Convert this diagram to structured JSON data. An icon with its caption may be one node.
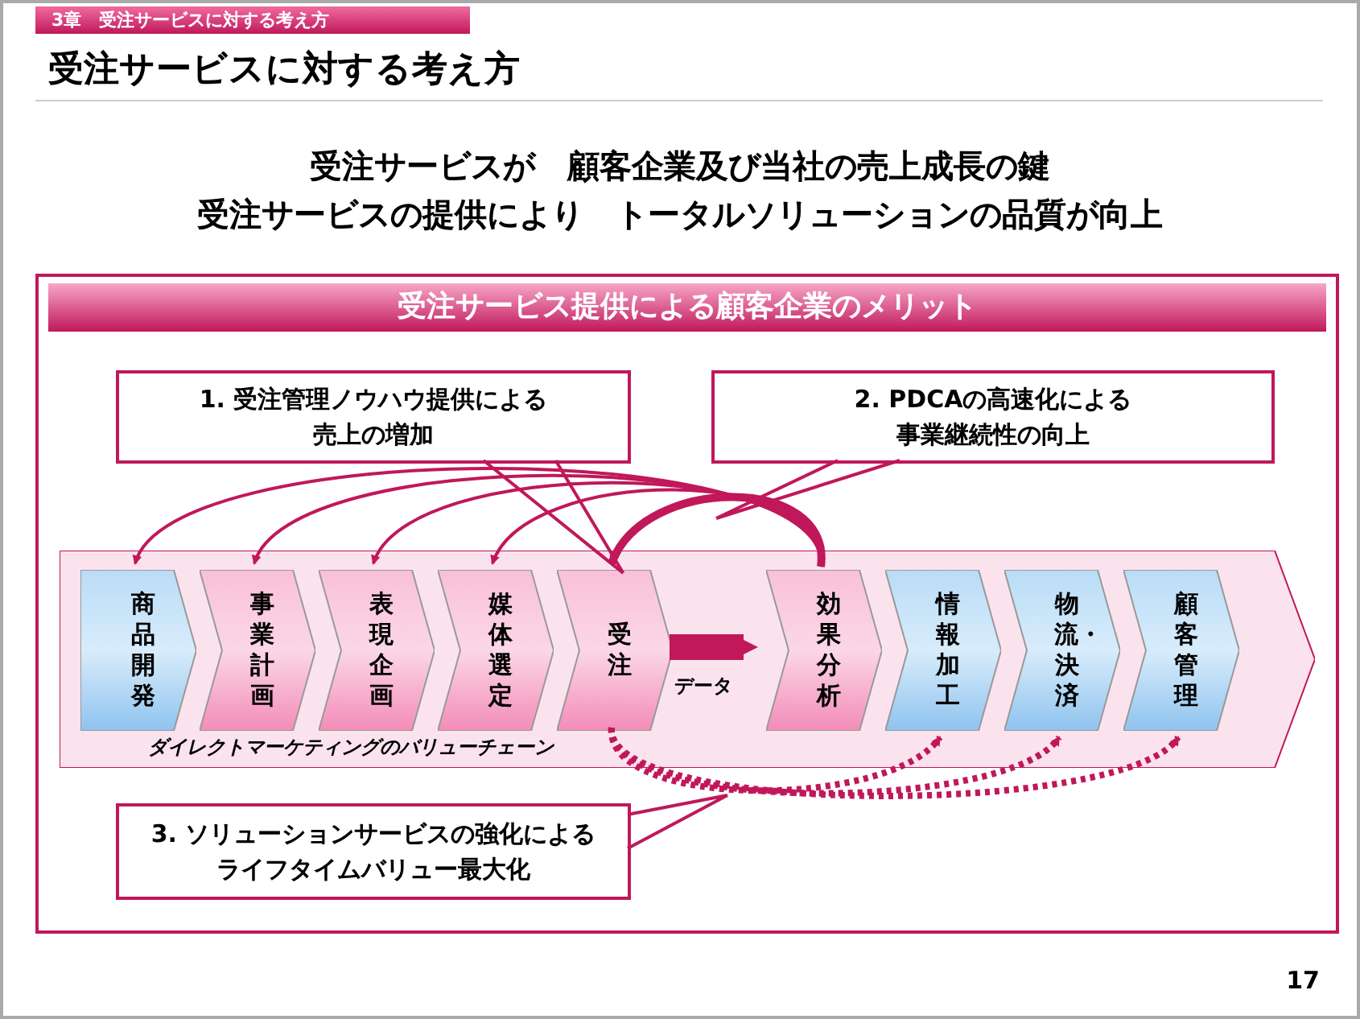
{
  "diagram": {
    "title": "受注サービスに対する考え方",
    "nodes": [
      {
        "text": [
          "受注サービス提供による顧客企業のメリット"
        ]
      },
      {
        "text": [
          "1. 受注管理ノウハウ提供による売上の増加"
        ],
        "in": 0
      },
      {
        "text": [
          "2. PDCAの高速化による事業継続性の向上"
        ],
        "in": 0
      },
      {
        "text": [
          "ダイレクトマーケティングのバリューチェーン"
        ],
        "in": 0
      },
      {
        "text": [
          "商品開発"
        ],
        "in": 3
      },
      {
        "text": [
          "事業計画"
        ],
        "in": 3
      },
      {
        "text": [
          "表現企画"
        ],
        "in": 3
      },
      {
        "text": [
          "媒体選定"
        ],
        "in": 3
      },
      {
        "text": [
          "受注"
        ],
        "in": 3
      },
      {
        "text": [
          "効果分析"
        ],
        "in": 3
      },
      {
        "text": [
          "情報加工"
        ],
        "in": 3
      },
      {
        "text": [
          "物流・決済"
        ],
        "in": 3
      },
      {
        "text": [
          "顧客管理"
        ],
        "in": 3
      },
      {
        "text": [
          "3. ソリューションサービスの強化によるライフタイムバリュー最大化"
        ],
        "in": 0
      }
    ],
    "edges": [
      {
        "from": 9,
        "to": 8,
        "arrow": "to",
        "style": "thick"
      },
      {
        "from": 9,
        "to": 4,
        "arrow": "to"
      },
      {
        "from": 9,
        "to": 5,
        "arrow": "to"
      },
      {
        "from": 9,
        "to": 6,
        "arrow": "to"
      },
      {
        "from": 9,
        "to": 7,
        "arrow": "to"
      },
      {
        "from": 8,
        "to": 9,
        "arrow": "to",
        "label": "データ",
        "style": "thick"
      },
      {
        "from": 8,
        "to": 10,
        "arrow": "to",
        "style": "dashed"
      },
      {
        "from": 8,
        "to": 11,
        "arrow": "to",
        "style": "dashed"
      },
      {
        "from": 8,
        "to": 12,
        "arrow": "to",
        "style": "dashed"
      },
      {
        "from": 1,
        "to": 8,
        "arrow": "none"
      },
      {
        "from": 2,
        "to": null,
        "arrow": "none"
      },
      {
        "from": 13,
        "to": null,
        "arrow": "none"
      }
    ],
    "labels": [
      "3章　受注サービスに対する考え方",
      "受注サービスが　顧客企業及び当社の売上成長の鍵",
      "受注サービスの提供により　トータルソリューションの品質が向上",
      "17"
    ]
  }
}
